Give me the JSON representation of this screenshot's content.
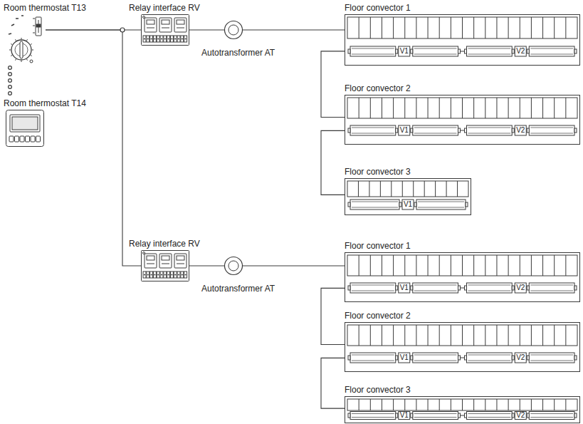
{
  "diagram": {
    "nodes": [
      {
        "text": [
          "Room thermostat T13"
        ]
      },
      {
        "text": [
          "Room thermostat T14"
        ]
      },
      {
        "text": [
          "Relay interface RV"
        ]
      },
      {
        "text": [
          "Autotransformer AT"
        ]
      },
      {
        "text": [
          "Floor convector 1",
          "V1",
          "V2"
        ]
      },
      {
        "text": [
          "Floor convector 2",
          "V1",
          "V2"
        ]
      },
      {
        "text": [
          "Floor convector 3",
          "V1"
        ]
      },
      {
        "text": [
          "Relay interface RV"
        ]
      },
      {
        "text": [
          "Autotransformer AT"
        ]
      },
      {
        "text": [
          "Floor convector 1",
          "V1",
          "V2"
        ]
      },
      {
        "text": [
          "Floor convector 2",
          "V1",
          "V2"
        ]
      },
      {
        "text": [
          "Floor convector 3",
          "V1",
          "V2"
        ]
      }
    ],
    "edges": [
      {
        "from": 0,
        "to": 1,
        "arrow": "none"
      },
      {
        "from": 0,
        "to": 2,
        "arrow": "none"
      },
      {
        "from": 0,
        "to": 7,
        "arrow": "none"
      },
      {
        "from": 2,
        "to": 3,
        "arrow": "none"
      },
      {
        "from": 3,
        "to": 4,
        "arrow": "none"
      },
      {
        "from": 4,
        "to": 5,
        "arrow": "none"
      },
      {
        "from": 5,
        "to": 6,
        "arrow": "none"
      },
      {
        "from": 7,
        "to": 8,
        "arrow": "none"
      },
      {
        "from": 8,
        "to": 9,
        "arrow": "none"
      },
      {
        "from": 9,
        "to": 10,
        "arrow": "none"
      },
      {
        "from": 10,
        "to": 11,
        "arrow": "none"
      }
    ]
  }
}
